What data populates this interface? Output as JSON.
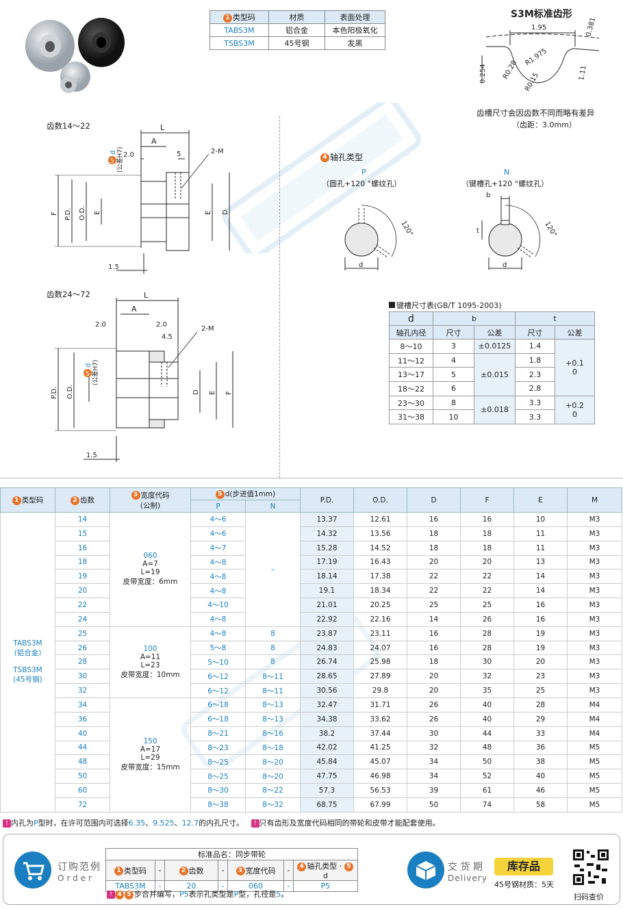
{
  "material_table": {
    "headers": [
      "类型码",
      "材质",
      "表面处理"
    ],
    "header_num": "1",
    "rows": [
      [
        "TABS3M",
        "铝合金",
        "本色阳极氧化"
      ],
      [
        "TSBS3M",
        "45号钢",
        "发黑"
      ]
    ]
  },
  "tooth_profile": {
    "title": "S3M标准齿形",
    "dims": [
      "1.95",
      "0.381",
      "0.254",
      "R0.28",
      "R1.975",
      "1.11",
      "R0.15"
    ],
    "note1": "齿槽尺寸会因齿数不同而略有差异",
    "note2": "（齿距：3.0mm）"
  },
  "drawing1": {
    "label": "齿数14～22",
    "dims": {
      "L": "L",
      "A": "A",
      "v20": "2.0",
      "v5": "5",
      "m": "2-M",
      "v15": "1.5",
      "F": "F",
      "PD": "P.D.",
      "OD": "O.D.",
      "E": "E",
      "D": "D",
      "Ed": "E"
    },
    "d_num": "5",
    "d_label": "d",
    "d_tol": "(公差H7)"
  },
  "drawing2": {
    "label": "齿数24～72",
    "dims": {
      "L": "L",
      "A": "A",
      "v20a": "2.0",
      "v20b": "2.0",
      "v45": "4.5",
      "m": "2-M",
      "v15": "1.5",
      "PD": "P.D.",
      "OD": "O.D.",
      "D": "D",
      "E": "E",
      "F": "F"
    },
    "d_num": "5",
    "d_label": "d",
    "d_tol": "(公差H7)"
  },
  "bore_types": {
    "num": "4",
    "title": "轴孔类型",
    "P": {
      "code": "P",
      "desc": "（圆孔+120 °螺纹孔）",
      "angle": "120°",
      "d": "d"
    },
    "N": {
      "code": "N",
      "desc": "（键槽孔+120 °螺纹孔）",
      "angle": "120°",
      "d": "d",
      "b": "b",
      "t": "t"
    }
  },
  "key_table": {
    "title": "键槽尺寸表(GB/T 1095-2003)",
    "h_d": "d",
    "h_d2": "轴孔内径",
    "h_b": "b",
    "h_t": "t",
    "h_size": "尺寸",
    "h_tol": "公差",
    "rows": [
      [
        "8～10",
        "3",
        "±0.0125",
        "1.4"
      ],
      [
        "11～12",
        "4",
        "",
        "1.8"
      ],
      [
        "13～17",
        "5",
        "±0.015",
        "2.3"
      ],
      [
        "18～22",
        "6",
        "",
        "2.8"
      ],
      [
        "23～30",
        "8",
        "±0.018",
        "3.3"
      ],
      [
        "31～38",
        "10",
        "",
        "3.3"
      ]
    ],
    "t_tol1": "+0.1\n0",
    "t_tol2": "+0.2\n0"
  },
  "main_table": {
    "h_type": "类型码",
    "h_teeth": "齿数",
    "h_width": "宽度代码",
    "h_width2": "(公制)",
    "h_d": "d(步进值1mm)",
    "h_P": "P",
    "h_N": "N",
    "h_PD": "P.D.",
    "h_OD": "O.D.",
    "h_Dc": "D",
    "h_F": "F",
    "h_E": "E",
    "h_M": "M",
    "type_text": [
      "TABS3M",
      "(铝合金)",
      "",
      "TSBS3M",
      "(45号钢)"
    ],
    "width_groups": [
      {
        "code": "060",
        "a": "A=7",
        "l": "L=19",
        "belt": "皮带宽度：6mm"
      },
      {
        "code": "100",
        "a": "A=11",
        "l": "L=23",
        "belt": "皮带宽度：10mm"
      },
      {
        "code": "150",
        "a": "A=17",
        "l": "L=29",
        "belt": "皮带宽度：15mm"
      }
    ],
    "n_dash": "–",
    "rows": [
      [
        "14",
        "4～6",
        "",
        "13.37",
        "12.61",
        "16",
        "16",
        "10",
        "M3"
      ],
      [
        "15",
        "4～6",
        "",
        "14.32",
        "13.56",
        "18",
        "18",
        "11",
        "M3"
      ],
      [
        "16",
        "4～7",
        "",
        "15.28",
        "14.52",
        "18",
        "18",
        "11",
        "M3"
      ],
      [
        "18",
        "4～8",
        "",
        "17.19",
        "16.43",
        "20",
        "20",
        "13",
        "M3"
      ],
      [
        "19",
        "4～8",
        "",
        "18.14",
        "17.38",
        "22",
        "22",
        "14",
        "M3"
      ],
      [
        "20",
        "4～8",
        "",
        "19.1",
        "18.34",
        "22",
        "22",
        "14",
        "M3"
      ],
      [
        "22",
        "4～10",
        "",
        "21.01",
        "20.25",
        "25",
        "25",
        "16",
        "M3"
      ],
      [
        "24",
        "4～8",
        "",
        "22.92",
        "22.16",
        "14",
        "26",
        "16",
        "M3"
      ],
      [
        "25",
        "4～8",
        "8",
        "23.87",
        "23.11",
        "16",
        "28",
        "19",
        "M3"
      ],
      [
        "26",
        "5～8",
        "8",
        "24.83",
        "24.07",
        "16",
        "28",
        "19",
        "M3"
      ],
      [
        "28",
        "5～10",
        "8",
        "26.74",
        "25.98",
        "18",
        "30",
        "20",
        "M3"
      ],
      [
        "30",
        "6～12",
        "8～11",
        "28.65",
        "27.89",
        "20",
        "32",
        "23",
        "M3"
      ],
      [
        "32",
        "6～12",
        "8～11",
        "30.56",
        "29.8",
        "20",
        "35",
        "25",
        "M3"
      ],
      [
        "34",
        "6～18",
        "8～13",
        "32.47",
        "31.71",
        "26",
        "40",
        "28",
        "M4"
      ],
      [
        "36",
        "6～18",
        "8～13",
        "34.38",
        "33.62",
        "26",
        "40",
        "29",
        "M4"
      ],
      [
        "40",
        "8～21",
        "8～16",
        "38.2",
        "37.44",
        "30",
        "44",
        "33",
        "M4"
      ],
      [
        "44",
        "8～23",
        "8～18",
        "42.02",
        "41.25",
        "32",
        "48",
        "36",
        "M5"
      ],
      [
        "48",
        "8～25",
        "8～20",
        "45.84",
        "45.07",
        "34",
        "50",
        "38",
        "M5"
      ],
      [
        "50",
        "8～25",
        "8～20",
        "47.75",
        "46.98",
        "34",
        "52",
        "40",
        "M5"
      ],
      [
        "60",
        "8～30",
        "8～22",
        "57.3",
        "56.53",
        "39",
        "61",
        "46",
        "M5"
      ],
      [
        "72",
        "8～38",
        "8～32",
        "68.75",
        "67.99",
        "50",
        "74",
        "58",
        "M5"
      ]
    ]
  },
  "notes": {
    "n1a": "内孔为",
    "n1b": "P",
    "n1c": "型时，在许可范围内可选择",
    "n1d": "6.35",
    "n1e": "、",
    "n1f": "9.525",
    "n1g": "、",
    "n1h": "12.7",
    "n1i": "的内孔尺寸。",
    "n2": "只有齿形及宽度代码相同的带轮和皮带才能配套使用。"
  },
  "order": {
    "title_cn": "订购范例",
    "title_en": "Order",
    "table_title": "标准品名：同步带轮",
    "h1": "类型码",
    "h2": "齿数",
    "h3": "宽度代码",
    "h4": "轴孔类型 · ",
    "h4b": "d",
    "sep": "-",
    "v1": "TABS3M",
    "v2": "20",
    "v3": "060",
    "v4": "P5",
    "note_a": "步合并编写，",
    "note_b": "P5",
    "note_c": "表示孔类型是",
    "note_d": "P",
    "note_e": "型，孔径是",
    "note_f": "5",
    "note_g": "。"
  },
  "delivery": {
    "title_cn": "交 货 期",
    "title_en": "Delivery",
    "badge": "库存品",
    "steel": "45号钢材质：5天",
    "qr": "扫码查价"
  },
  "colors": {
    "accent": "#1a7fc1",
    "orange": "#e8742a",
    "header_bg": "#dbeaf6",
    "badge": "#f5d33a"
  }
}
